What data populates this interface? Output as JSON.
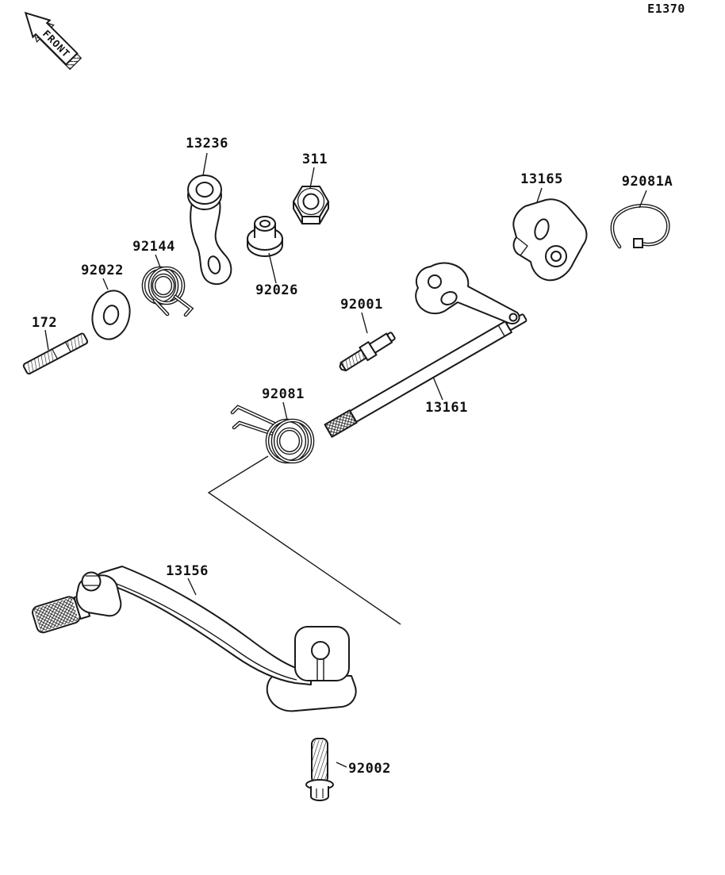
{
  "page": {
    "code": "E1370",
    "background": "#ffffff",
    "line_color": "#1a1a1a"
  },
  "front_marker": {
    "label": "FRONT"
  },
  "parts": [
    {
      "number": "13236"
    },
    {
      "number": "311"
    },
    {
      "number": "13165"
    },
    {
      "number": "92081A"
    },
    {
      "number": "92144"
    },
    {
      "number": "92022"
    },
    {
      "number": "172"
    },
    {
      "number": "92026"
    },
    {
      "number": "92001"
    },
    {
      "number": "92081"
    },
    {
      "number": "13161"
    },
    {
      "number": "13156"
    },
    {
      "number": "92002"
    }
  ]
}
